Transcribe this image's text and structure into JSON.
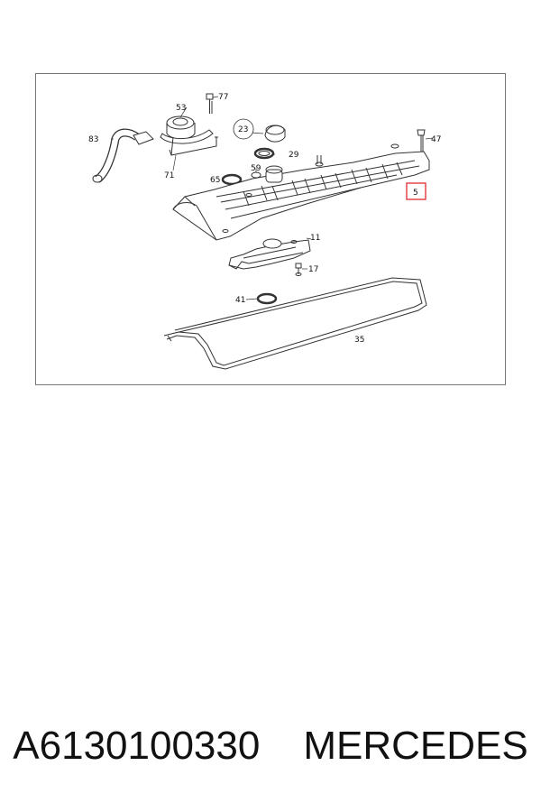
{
  "diagram": {
    "callouts": {
      "c83": "83",
      "c53": "53",
      "c77": "77",
      "c71": "71",
      "c23": "23",
      "c29": "29",
      "c47": "47",
      "c65": "65",
      "c59": "59",
      "c5": "5",
      "c11": "11",
      "c17": "17",
      "c41": "41",
      "c35": "35"
    },
    "highlight_color": "#e0393e"
  },
  "caption": {
    "part_number": "A6130100330",
    "brand": "MERCEDES"
  }
}
